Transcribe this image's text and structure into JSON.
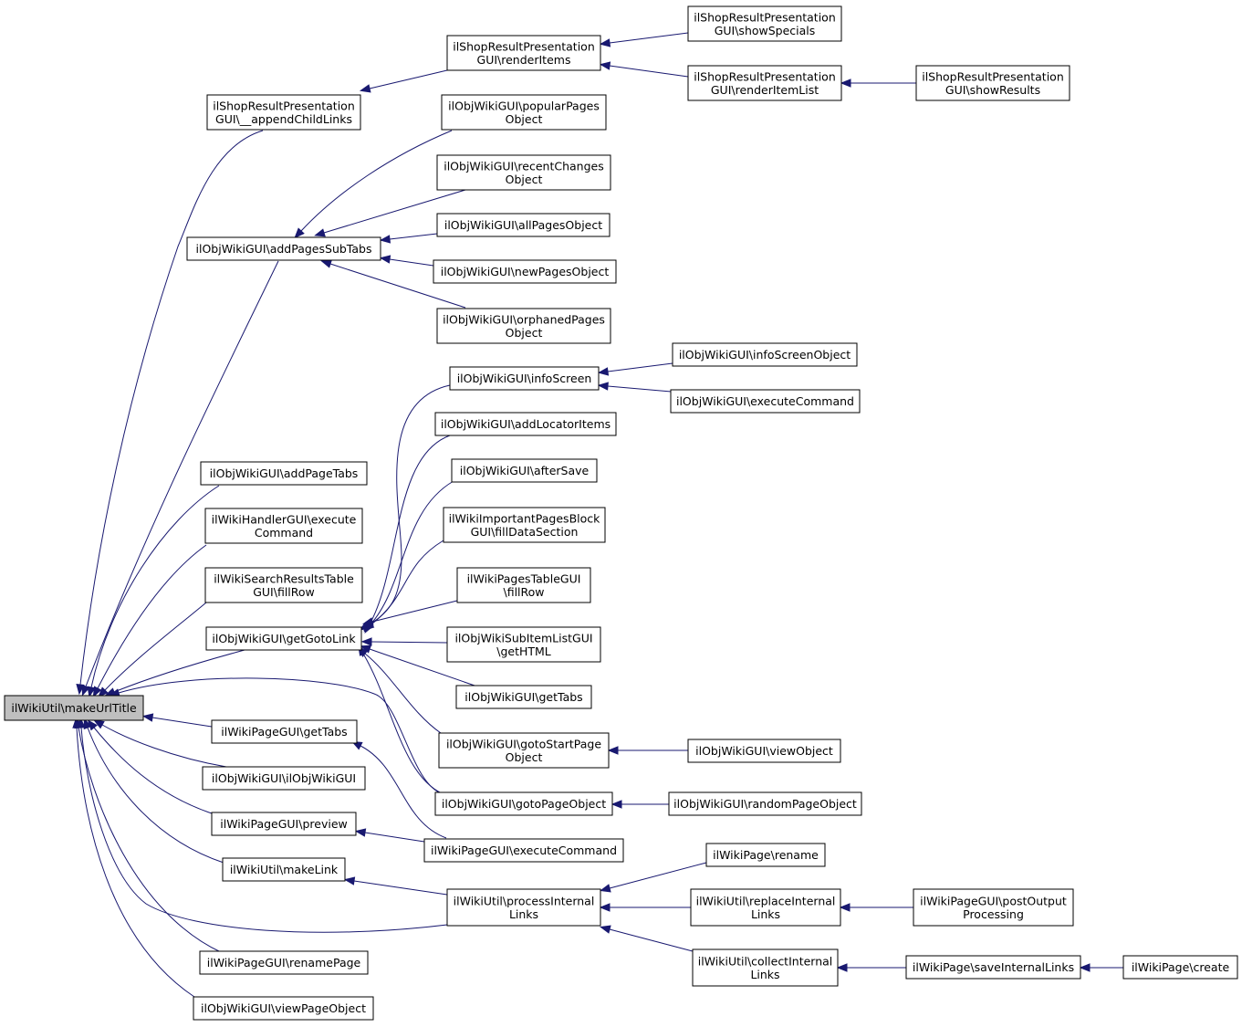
{
  "diagram": {
    "type": "call-graph",
    "colors": {
      "edge": "#191970",
      "root_fill": "#bfbfbf",
      "node_fill": "#ffffff",
      "border": "#000000"
    },
    "nodes": [
      {
        "id": "n_root",
        "lines": [
          "ilWikiUtil\\makeUrlTitle"
        ],
        "root": true
      },
      {
        "id": "n_append",
        "lines": [
          "ilShopResultPresentation",
          "GUI\\__appendChildLinks"
        ]
      },
      {
        "id": "n_renderItems",
        "lines": [
          "ilShopResultPresentation",
          "GUI\\renderItems"
        ]
      },
      {
        "id": "n_showSpecials",
        "lines": [
          "ilShopResultPresentation",
          "GUI\\showSpecials"
        ]
      },
      {
        "id": "n_renderItemList",
        "lines": [
          "ilShopResultPresentation",
          "GUI\\renderItemList"
        ]
      },
      {
        "id": "n_showResults",
        "lines": [
          "ilShopResultPresentation",
          "GUI\\showResults"
        ]
      },
      {
        "id": "n_addPagesSubTabs",
        "lines": [
          "ilObjWikiGUI\\addPagesSubTabs"
        ]
      },
      {
        "id": "n_popular",
        "lines": [
          "ilObjWikiGUI\\popularPages",
          "Object"
        ]
      },
      {
        "id": "n_recent",
        "lines": [
          "ilObjWikiGUI\\recentChanges",
          "Object"
        ]
      },
      {
        "id": "n_allPages",
        "lines": [
          "ilObjWikiGUI\\allPagesObject"
        ]
      },
      {
        "id": "n_newPages",
        "lines": [
          "ilObjWikiGUI\\newPagesObject"
        ]
      },
      {
        "id": "n_orphaned",
        "lines": [
          "ilObjWikiGUI\\orphanedPages",
          "Object"
        ]
      },
      {
        "id": "n_infoScreen",
        "lines": [
          "ilObjWikiGUI\\infoScreen"
        ]
      },
      {
        "id": "n_infoScreenObject",
        "lines": [
          "ilObjWikiGUI\\infoScreenObject"
        ]
      },
      {
        "id": "n_execCmdObj",
        "lines": [
          "ilObjWikiGUI\\executeCommand"
        ]
      },
      {
        "id": "n_addLocator",
        "lines": [
          "ilObjWikiGUI\\addLocatorItems"
        ]
      },
      {
        "id": "n_afterSave",
        "lines": [
          "ilObjWikiGUI\\afterSave"
        ]
      },
      {
        "id": "n_important",
        "lines": [
          "ilWikiImportantPagesBlock",
          "GUI\\fillDataSection"
        ]
      },
      {
        "id": "n_pagesTable",
        "lines": [
          "ilWikiPagesTableGUI",
          "\\fillRow"
        ]
      },
      {
        "id": "n_subItem",
        "lines": [
          "ilObjWikiSubItemListGUI",
          "\\getHTML"
        ]
      },
      {
        "id": "n_getTabsObj",
        "lines": [
          "ilObjWikiGUI\\getTabs"
        ]
      },
      {
        "id": "n_gotoStart",
        "lines": [
          "ilObjWikiGUI\\gotoStartPage",
          "Object"
        ]
      },
      {
        "id": "n_viewObject",
        "lines": [
          "ilObjWikiGUI\\viewObject"
        ]
      },
      {
        "id": "n_gotoPage",
        "lines": [
          "ilObjWikiGUI\\gotoPageObject"
        ]
      },
      {
        "id": "n_randomPage",
        "lines": [
          "ilObjWikiGUI\\randomPageObject"
        ]
      },
      {
        "id": "n_addPageTabs",
        "lines": [
          "ilObjWikiGUI\\addPageTabs"
        ]
      },
      {
        "id": "n_handlerExec",
        "lines": [
          "ilWikiHandlerGUI\\execute",
          "Command"
        ]
      },
      {
        "id": "n_searchFill",
        "lines": [
          "ilWikiSearchResultsTable",
          "GUI\\fillRow"
        ]
      },
      {
        "id": "n_getGotoLink",
        "lines": [
          "ilObjWikiGUI\\getGotoLink"
        ]
      },
      {
        "id": "n_pageGetTabs",
        "lines": [
          "ilWikiPageGUI\\getTabs"
        ]
      },
      {
        "id": "n_ctor",
        "lines": [
          "ilObjWikiGUI\\ilObjWikiGUI"
        ]
      },
      {
        "id": "n_preview",
        "lines": [
          "ilWikiPageGUI\\preview"
        ]
      },
      {
        "id": "n_pageExec",
        "lines": [
          "ilWikiPageGUI\\executeCommand"
        ]
      },
      {
        "id": "n_makeLink",
        "lines": [
          "ilWikiUtil\\makeLink"
        ]
      },
      {
        "id": "n_process",
        "lines": [
          "ilWikiUtil\\processInternal",
          "Links"
        ]
      },
      {
        "id": "n_rename",
        "lines": [
          "ilWikiPage\\rename"
        ]
      },
      {
        "id": "n_replace",
        "lines": [
          "ilWikiUtil\\replaceInternal",
          "Links"
        ]
      },
      {
        "id": "n_postOutput",
        "lines": [
          "ilWikiPageGUI\\postOutput",
          "Processing"
        ]
      },
      {
        "id": "n_collect",
        "lines": [
          "ilWikiUtil\\collectInternal",
          "Links"
        ]
      },
      {
        "id": "n_saveLinks",
        "lines": [
          "ilWikiPage\\saveInternalLinks"
        ]
      },
      {
        "id": "n_create",
        "lines": [
          "ilWikiPage\\create"
        ]
      },
      {
        "id": "n_renamePage",
        "lines": [
          "ilWikiPageGUI\\renamePage"
        ]
      },
      {
        "id": "n_viewPage",
        "lines": [
          "ilObjWikiGUI\\viewPageObject"
        ]
      }
    ],
    "edges": [
      {
        "from": "n_append",
        "to": "n_root"
      },
      {
        "from": "n_renderItems",
        "to": "n_append"
      },
      {
        "from": "n_showSpecials",
        "to": "n_renderItems"
      },
      {
        "from": "n_renderItemList",
        "to": "n_renderItems"
      },
      {
        "from": "n_showResults",
        "to": "n_renderItemList"
      },
      {
        "from": "n_addPagesSubTabs",
        "to": "n_root"
      },
      {
        "from": "n_popular",
        "to": "n_addPagesSubTabs"
      },
      {
        "from": "n_recent",
        "to": "n_addPagesSubTabs"
      },
      {
        "from": "n_allPages",
        "to": "n_addPagesSubTabs"
      },
      {
        "from": "n_newPages",
        "to": "n_addPagesSubTabs"
      },
      {
        "from": "n_orphaned",
        "to": "n_addPagesSubTabs"
      },
      {
        "from": "n_addPageTabs",
        "to": "n_root"
      },
      {
        "from": "n_handlerExec",
        "to": "n_root"
      },
      {
        "from": "n_searchFill",
        "to": "n_root"
      },
      {
        "from": "n_getGotoLink",
        "to": "n_root"
      },
      {
        "from": "n_infoScreen",
        "to": "n_getGotoLink"
      },
      {
        "from": "n_infoScreenObject",
        "to": "n_infoScreen"
      },
      {
        "from": "n_execCmdObj",
        "to": "n_infoScreen"
      },
      {
        "from": "n_addLocator",
        "to": "n_getGotoLink"
      },
      {
        "from": "n_afterSave",
        "to": "n_getGotoLink"
      },
      {
        "from": "n_important",
        "to": "n_getGotoLink"
      },
      {
        "from": "n_pagesTable",
        "to": "n_getGotoLink"
      },
      {
        "from": "n_subItem",
        "to": "n_getGotoLink"
      },
      {
        "from": "n_getTabsObj",
        "to": "n_getGotoLink"
      },
      {
        "from": "n_gotoStart",
        "to": "n_getGotoLink"
      },
      {
        "from": "n_gotoPage",
        "to": "n_getGotoLink"
      },
      {
        "from": "n_viewObject",
        "to": "n_gotoStart"
      },
      {
        "from": "n_randomPage",
        "to": "n_gotoPage"
      },
      {
        "from": "n_gotoPage",
        "to": "n_root"
      },
      {
        "from": "n_pageGetTabs",
        "to": "n_root"
      },
      {
        "from": "n_pageExec",
        "to": "n_pageGetTabs"
      },
      {
        "from": "n_ctor",
        "to": "n_root"
      },
      {
        "from": "n_preview",
        "to": "n_root"
      },
      {
        "from": "n_pageExec",
        "to": "n_preview"
      },
      {
        "from": "n_makeLink",
        "to": "n_root"
      },
      {
        "from": "n_process",
        "to": "n_makeLink"
      },
      {
        "from": "n_process",
        "to": "n_root"
      },
      {
        "from": "n_rename",
        "to": "n_process"
      },
      {
        "from": "n_replace",
        "to": "n_process"
      },
      {
        "from": "n_postOutput",
        "to": "n_replace"
      },
      {
        "from": "n_collect",
        "to": "n_process"
      },
      {
        "from": "n_saveLinks",
        "to": "n_collect"
      },
      {
        "from": "n_create",
        "to": "n_saveLinks"
      },
      {
        "from": "n_renamePage",
        "to": "n_root"
      },
      {
        "from": "n_viewPage",
        "to": "n_root"
      }
    ]
  }
}
